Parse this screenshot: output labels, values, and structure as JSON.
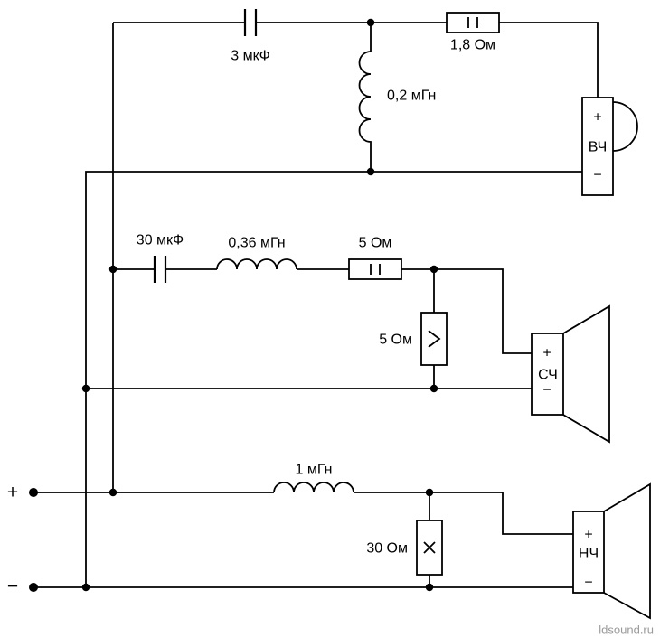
{
  "colors": {
    "background": "#ffffff",
    "line": "#000000"
  },
  "input": {
    "plus": "+",
    "minus": "−"
  },
  "high": {
    "capacitor": "3 мкФ",
    "inductor": "0,2 мГн",
    "resistor": "1,8 Ом",
    "speaker": "ВЧ",
    "speaker_plus": "+",
    "speaker_minus": "−"
  },
  "mid": {
    "capacitor": "30 мкФ",
    "inductor": "0,36 мГн",
    "series_resistor": "5 Ом",
    "shunt_resistor": "5 Ом",
    "speaker": "СЧ",
    "speaker_plus": "+",
    "speaker_minus": "−"
  },
  "low": {
    "inductor": "1 мГн",
    "shunt_resistor": "30 Ом",
    "speaker": "НЧ",
    "speaker_plus": "+",
    "speaker_minus": "−"
  },
  "watermark": {
    "text": "ldsound.ru",
    "color": "#9a9a9a"
  }
}
